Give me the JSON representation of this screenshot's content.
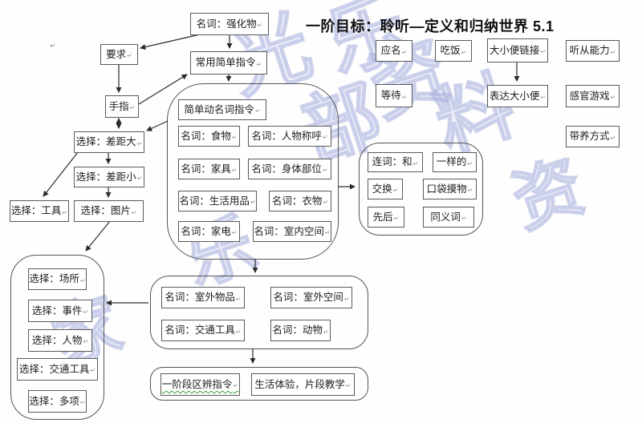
{
  "title": "一阶目标：聆听—定义和归纳世界 5.1",
  "marks": {
    "return_mark": "↵"
  },
  "watermark": {
    "chars": [
      "光",
      "乐",
      "部",
      "资",
      "料",
      "家"
    ]
  },
  "colors": {
    "box_border": "#5a5a5a",
    "arrow": "#2b2b2b",
    "watermark_blue": "#949cd2",
    "squiggle_green": "#3a9b3a"
  },
  "nodes": {
    "qianghuawu": "名词：强化物",
    "yaoqiu": "要求",
    "changyong": "常用简单指令",
    "shouzhi": "手指",
    "chajuda": "选择：差距大",
    "chajuxiao": "选择：差距小",
    "gongju": "选择：工具",
    "tupian": "选择：图片"
  },
  "center_group": {
    "header": "简单动名词指令",
    "shiwu": "名词：食物",
    "renwuchenghu": "名词：人物称呼",
    "jiaju": "名词：家具",
    "shentibuwei": "名词：身体部位",
    "shenghuoyongpin": "名词：生活用品",
    "yiwu": "名词：衣物",
    "jiadian": "名词：家电",
    "shineikongjian": "名词：室内空间"
  },
  "right_group": {
    "lianci_he": "连词：和",
    "yiyangde": "一样的",
    "jiaohuan": "交换",
    "koudaimowu": "口袋摸物",
    "xianhou": "先后",
    "tongyici": "同义词"
  },
  "float_boxes": {
    "yingming": "应名",
    "chifan": "吃饭",
    "daxiaobian_lianjie": "大小便链接",
    "tingcongnengli": "听从能力",
    "dengdai": "等待",
    "biaoda_daxiaobian": "表达大小便",
    "ganguanyouxi": "感官游戏",
    "daiyangfangshi": "带养方式"
  },
  "left_group": {
    "changsuo": "选择：场所",
    "shijian": "选择：事件",
    "renwu": "选择：人物",
    "jiaotonggongju": "选择：交通工具",
    "duoxiang": "选择：多项"
  },
  "outdoor_group": {
    "shiwaiwupin": "名词：室外物品",
    "shiwaikongjian": "名词：室外空间",
    "jiaotonggongju": "名词：交通工具",
    "dongwu": "名词：动物"
  },
  "bottom_group": {
    "yijieduan_quban": "一阶段区辨指令",
    "shenghuotiyan": "生活体验，片段教学"
  }
}
